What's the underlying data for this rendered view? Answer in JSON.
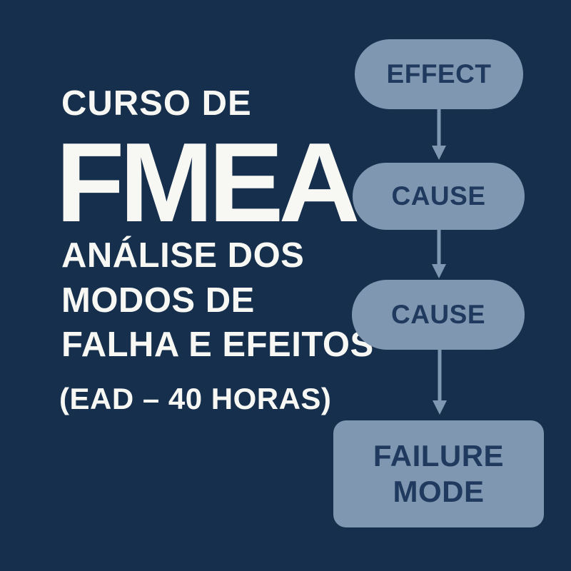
{
  "colors": {
    "bg": "#162F4C",
    "node-fill": "#8097B1",
    "node-text": "#1F3A5E",
    "text-light": "#F7F7F4"
  },
  "title": {
    "kicker": "CURSO DE",
    "main": "FMEA",
    "subtitle_lines": [
      "ANÁLISE DOS",
      "MODOS DE",
      "FALHA E EFEITOS"
    ],
    "modality": "(EAD – 40 HORAS)"
  },
  "diagram": {
    "nodes": [
      {
        "id": "effect",
        "label": "EFFECT",
        "shape": "pill"
      },
      {
        "id": "cause-1",
        "label": "CAUSE",
        "shape": "pill"
      },
      {
        "id": "cause-2",
        "label": "CAUSE",
        "shape": "pill"
      },
      {
        "id": "failure-mode",
        "label": "FAILURE MODE",
        "shape": "rounded-rect"
      }
    ],
    "connections": [
      {
        "from": "effect",
        "to": "cause-1"
      },
      {
        "from": "cause-1",
        "to": "cause-2"
      },
      {
        "from": "cause-2",
        "to": "failure-mode"
      }
    ]
  }
}
